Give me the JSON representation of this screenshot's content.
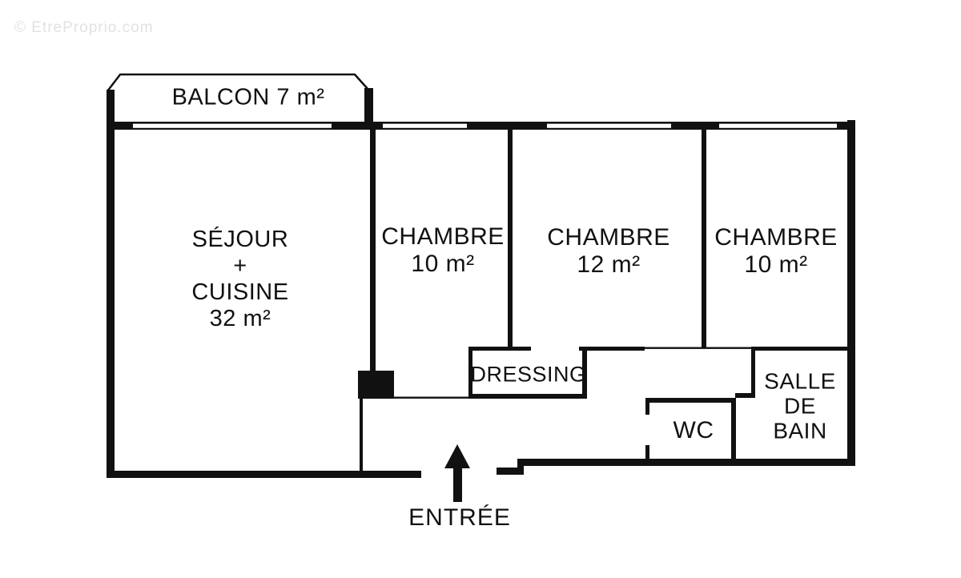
{
  "watermark": "© EtreProprio.com",
  "colors": {
    "wall": "#111111",
    "background": "#ffffff",
    "text": "#111111",
    "watermark": "#e2e2e2"
  },
  "rooms": {
    "balcony": {
      "label": "BALCON 7 m²"
    },
    "living_kitchen": {
      "lines": [
        "SÉJOUR",
        "+",
        "CUISINE",
        "32 m²"
      ]
    },
    "bedroom1": {
      "name": "CHAMBRE",
      "area": "10 m²"
    },
    "bedroom2": {
      "name": "CHAMBRE",
      "area": "12 m²"
    },
    "bedroom3": {
      "name": "CHAMBRE",
      "area": "10 m²"
    },
    "dressing": {
      "label": "DRESSING"
    },
    "wc": {
      "label": "WC"
    },
    "bathroom": {
      "lines": [
        "SALLE",
        "DE",
        "BAIN"
      ]
    },
    "entrance": {
      "label": "ENTRÉE"
    }
  }
}
